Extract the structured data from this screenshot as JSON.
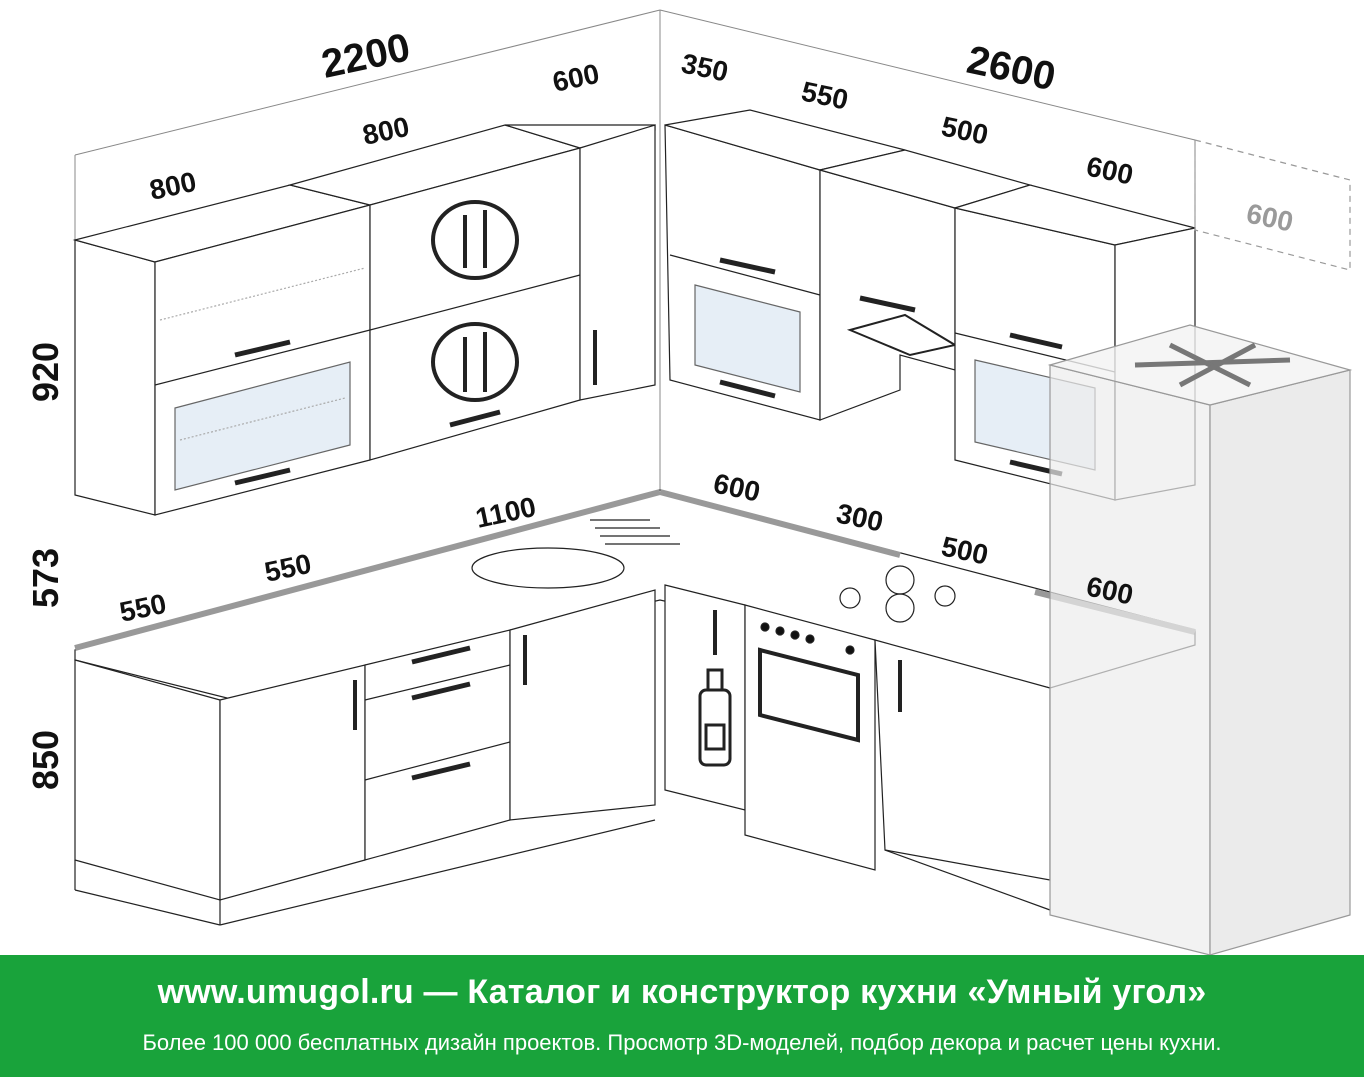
{
  "dimensions": {
    "wall_left_total": "2200",
    "wall_right_total": "2600",
    "upper_left_1": "800",
    "upper_left_2": "800",
    "upper_corner_left": "600",
    "upper_right_1": "350",
    "upper_right_2": "550",
    "upper_right_3": "500",
    "upper_right_4": "600",
    "fridge_top": "600",
    "height_upper": "920",
    "height_gap": "573",
    "height_base": "850",
    "base_left_1": "550",
    "base_left_2": "550",
    "base_left_3": "1100",
    "base_right_1": "600",
    "base_right_2": "300",
    "base_right_3": "500",
    "fridge_base": "600"
  },
  "banner": {
    "title": "www.umugol.ru — Каталог и конструктор кухни «Умный угол»",
    "subtitle": "Более 100 000 бесплатных дизайн проектов. Просмотр 3D-моделей, подбор декора и расчет цены кухни."
  },
  "colors": {
    "banner_bg": "#19a33b",
    "line": "#111111",
    "glass": "#e6eef6",
    "fridge": "#e9e9e9"
  }
}
